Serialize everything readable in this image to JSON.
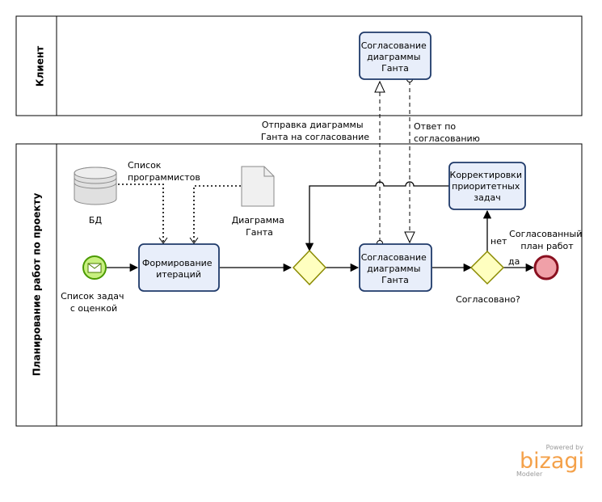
{
  "lanes": {
    "client": "Клиент",
    "planning": "Планирование работ по проекту"
  },
  "tasks": {
    "client_approve": [
      "Согласование",
      "диаграммы",
      "Ганта"
    ],
    "form_iterations": [
      "Формирование",
      "итераций"
    ],
    "approve": [
      "Согласование",
      "диаграммы",
      "Ганта"
    ],
    "corrections": [
      "Корректировки",
      "приоритетных",
      "задач"
    ]
  },
  "labels": {
    "start_event": [
      "Список задач",
      "с оценкой"
    ],
    "db": "БД",
    "dev_list": [
      "Список",
      "программистов"
    ],
    "gantt_doc": [
      "Диаграмма",
      "Ганта"
    ],
    "send_msg": [
      "Отправка диаграммы",
      "Ганта на согласование"
    ],
    "reply_msg": [
      "Ответ по",
      "согласованию"
    ],
    "gateway_q": "Согласовано?",
    "no": "нет",
    "yes": "да",
    "end_event": [
      "Согласованный",
      "план работ"
    ]
  },
  "brand": {
    "powered": "Powered by",
    "name": "bizagi",
    "product": "Modeler"
  },
  "colors": {
    "task_fill": "#e8eefa",
    "task_stroke": "#1f3a6a",
    "gateway_fill": "#ffffc0",
    "gateway_stroke": "#8a8a00",
    "start_fill": "#c8f080",
    "start_stroke": "#4a9a00",
    "end_fill": "#f0a0a8",
    "end_stroke": "#8a1020"
  }
}
